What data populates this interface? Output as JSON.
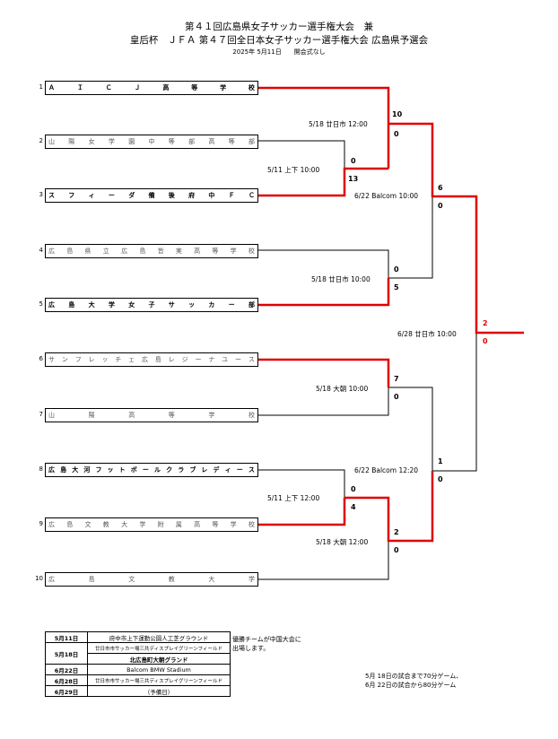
{
  "header": {
    "title_line1": "第４１回広島県女子サッカー選手権大会　兼",
    "title_line2": "皇后杯　ＪＦＡ 第４７回全日本女子サッカー選手権大会 広島県予選会",
    "subtitle": "2025年  5月11日　　開会式なし"
  },
  "teams": [
    {
      "seed": "1",
      "name": "ＡＩＣＪ高等学校",
      "bold": true
    },
    {
      "seed": "2",
      "name": "山陽女学園中等部高等部",
      "bold": false
    },
    {
      "seed": "3",
      "name": "スフィーダ備後府中ＦＣ",
      "bold": true
    },
    {
      "seed": "4",
      "name": "広島県立広島皆実高等学校",
      "bold": false
    },
    {
      "seed": "5",
      "name": "広島大学女子サッカー部",
      "bold": true
    },
    {
      "seed": "6",
      "name": "サンフレッチェ広島レジーナユース",
      "bold": false
    },
    {
      "seed": "7",
      "name": "山陽高等学校",
      "bold": false
    },
    {
      "seed": "8",
      "name": "広島大河フットボールクラブレディース",
      "bold": true
    },
    {
      "seed": "9",
      "name": "広島文教大学附属高等学校",
      "bold": false
    },
    {
      "seed": "10",
      "name": "広島文教大学",
      "bold": false
    }
  ],
  "matches": {
    "m23": {
      "label": "5/11 上下 10:00",
      "score_top": "0",
      "score_bottom": "13"
    },
    "m89": {
      "label": "5/11 上下 12:00",
      "score_top": "0",
      "score_bottom": "4"
    },
    "m1": {
      "label": "5/18 廿日市 12:00",
      "score_top": "10",
      "score_bottom": "0"
    },
    "m45": {
      "label": "5/18 廿日市 10:00",
      "score_top": "0",
      "score_bottom": "5"
    },
    "m67": {
      "label": "5/18 大朝 10:00",
      "score_top": "7",
      "score_bottom": "0"
    },
    "m910": {
      "label": "5/18 大朝 12:00",
      "score_top": "2",
      "score_bottom": "0"
    },
    "sf1": {
      "label": "6/22 Balcom 10:00",
      "score_top": "6",
      "score_bottom": "0"
    },
    "sf2": {
      "label": "6/22 Balcom 12:20",
      "score_top": "1",
      "score_bottom": "0"
    },
    "final": {
      "label": "6/28  廿日市 10:00",
      "score_top": "2",
      "score_bottom": "0"
    }
  },
  "venues": [
    {
      "date": "5月11日",
      "venue": "府中市上下運動公園人工芝グラウンド"
    },
    {
      "date": "5月18日",
      "venue": "廿日市市サッカー場三共ディスプレイグリーンフィールド"
    },
    {
      "date": "",
      "venue": "北広島町大朝グランド"
    },
    {
      "date": "6月22日",
      "venue": "Balcom BMW Stadium"
    },
    {
      "date": "6月28日",
      "venue": "廿日市市サッカー場三共ディスプレイグリーンフィールド"
    },
    {
      "date": "6月29日",
      "venue": "（予備日）"
    }
  ],
  "notes": {
    "champion_line1": "優勝チームが中国大会に",
    "champion_line2": "出場します。",
    "game_time_line1": "5月 18日の試合まで70分ゲーム、",
    "game_time_line2": "6月 22日の試合から80分ゲーム"
  },
  "colors": {
    "winner_line": "#e00000",
    "line": "#000000"
  }
}
